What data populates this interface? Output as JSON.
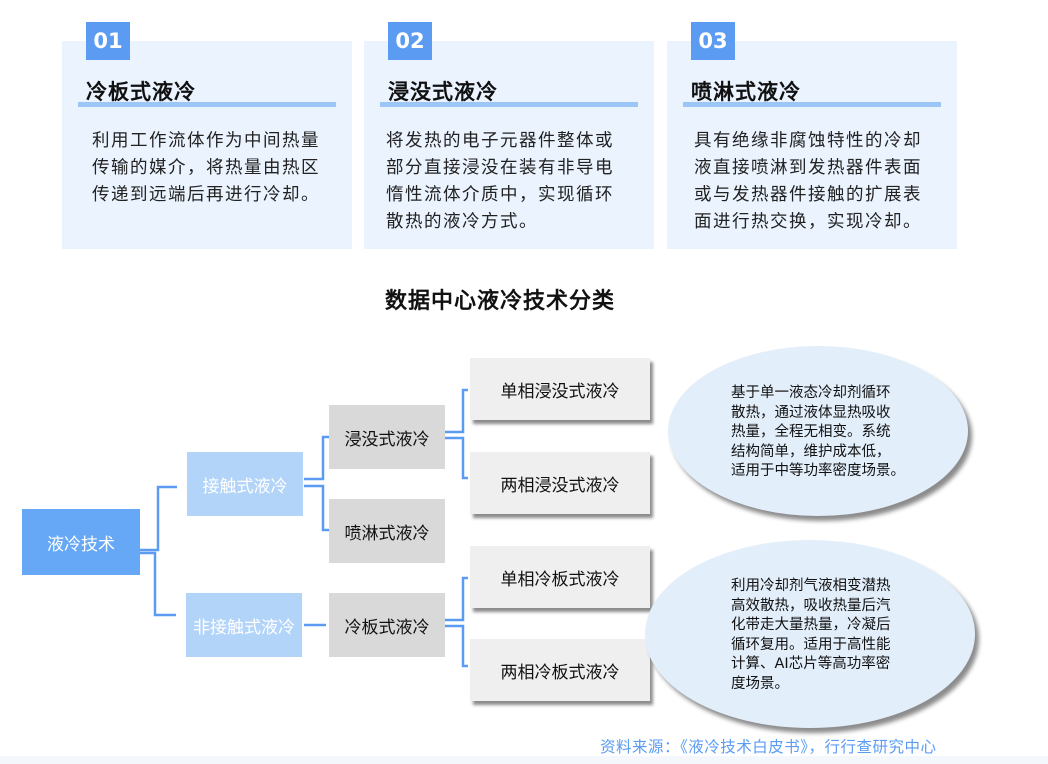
{
  "cards": [
    {
      "number": "01",
      "title": "冷板式液冷",
      "lines": [
        "利用工作流体作为中间热量",
        "传输的媒介，将热量由热区",
        "传递到远端后再进行冷却。"
      ]
    },
    {
      "number": "02",
      "title": "浸没式液冷",
      "lines": [
        "将发热的电子元器件整体或",
        "部分直接浸没在装有非导电",
        "惰性流体介质中，实现循环",
        "散热的液冷方式。"
      ]
    },
    {
      "number": "03",
      "title": "喷淋式液冷",
      "lines": [
        "具有绝缘非腐蚀特性的冷却",
        "液直接喷淋到发热器件表面",
        "或与发热器件接触的扩展表",
        "面进行热交换，实现冷却。"
      ]
    }
  ],
  "diagram": {
    "title": "数据中心液冷技术分类",
    "root": "液冷技术",
    "level1": [
      "接触式液冷",
      "非接触式液冷"
    ],
    "level2": [
      "浸没式液冷",
      "喷淋式液冷",
      "冷板式液冷"
    ],
    "level3": [
      "单相浸没式液冷",
      "两相浸没式液冷",
      "单相冷板式液冷",
      "两相冷板式液冷"
    ],
    "notes": [
      {
        "lines": [
          "基于单一液态冷却剂循环",
          "散热，通过液体显热吸收",
          "热量，全程无相变。系统",
          "结构简单，维护成本低，",
          "适用于中等功率密度场景。"
        ]
      },
      {
        "lines": [
          "利用冷却剂气液相变潜热",
          "高效散热，吸收热量后汽",
          "化带走大量热量，冷凝后",
          "循环复用。适用于高性能",
          "计算、AI芯片等高功率密",
          "度场景。"
        ]
      }
    ]
  },
  "source": "资料来源：《液冷技术白皮书》，行行查研究中心",
  "colors": {
    "accent": "#5b9cf2",
    "root": "#66a8f5",
    "level1": "#b3d4f9",
    "level2": "#d9d9d9",
    "level3": "#efefef",
    "card_bg": "#eaf3fe",
    "note_bg": "#e3eefb"
  }
}
